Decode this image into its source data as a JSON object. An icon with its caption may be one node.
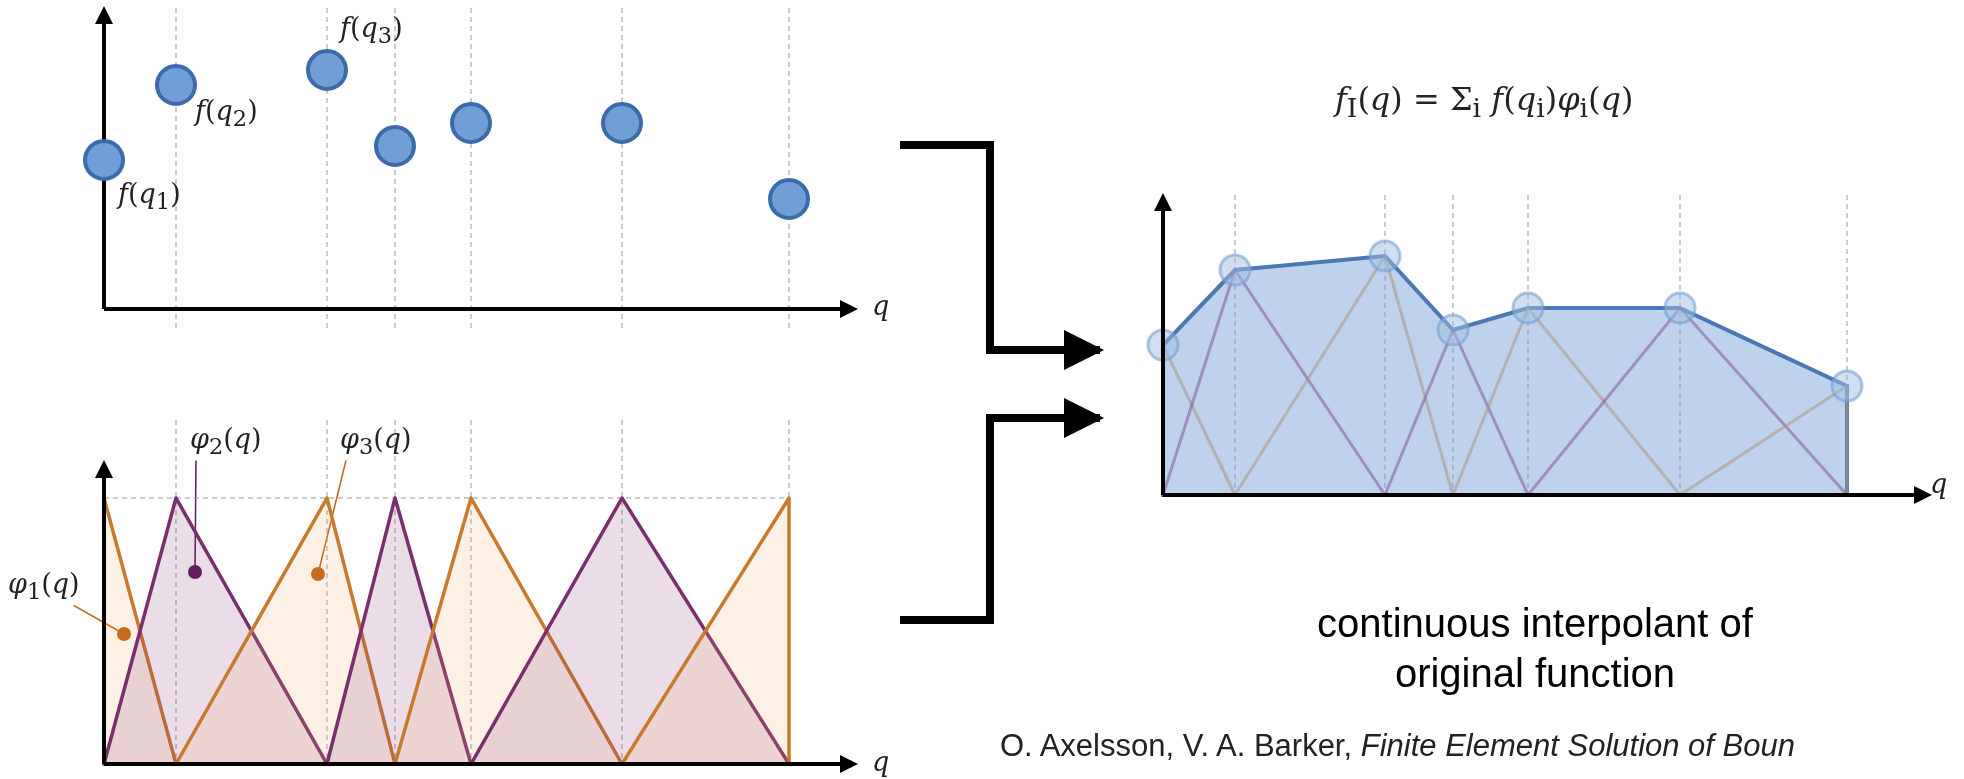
{
  "diagram": {
    "nodes": [
      {
        "text": [
          "*f*(*q*$_{1}$)",
          "*f*(*q*$_{2}$)",
          "*f*(*q*$_{3}$)",
          "*q*"
        ]
      },
      {
        "text": [
          "*q*"
        ]
      },
      {
        "text": [
          "*φ*$_{2}$(*q*)"
        ],
        "in": 1
      },
      {
        "text": [
          "*φ*$_{3}$(*q*)"
        ],
        "in": 1
      },
      {
        "text": [
          "*φ*$_{1}$(*q*)"
        ]
      },
      {
        "text": [
          "*f*$_{I}$(*q*) = Σ$_{i}$ *f*(*q*$_{i}$)*φ*$_{i}$(*q*)",
          "*q*"
        ]
      }
    ],
    "caption": "continuous interpolant of original function",
    "edges": [
      {
        "from": 0,
        "to": 5,
        "arrow": "to",
        "style": "thick"
      },
      {
        "from": 1,
        "to": 5,
        "arrow": "to",
        "style": "thick"
      },
      {
        "from": 2,
        "to": 1,
        "arrow": "other",
        "color": "#5a1f55"
      },
      {
        "from": 3,
        "to": 1,
        "arrow": "other",
        "color": "#c06010"
      },
      {
        "from": 4,
        "to": 1,
        "arrow": "other",
        "color": "#c06010"
      }
    ],
    "labels": [
      "O. Axelsson, V. A. Barker, *Finite Element Solution of Boun*"
    ]
  }
}
